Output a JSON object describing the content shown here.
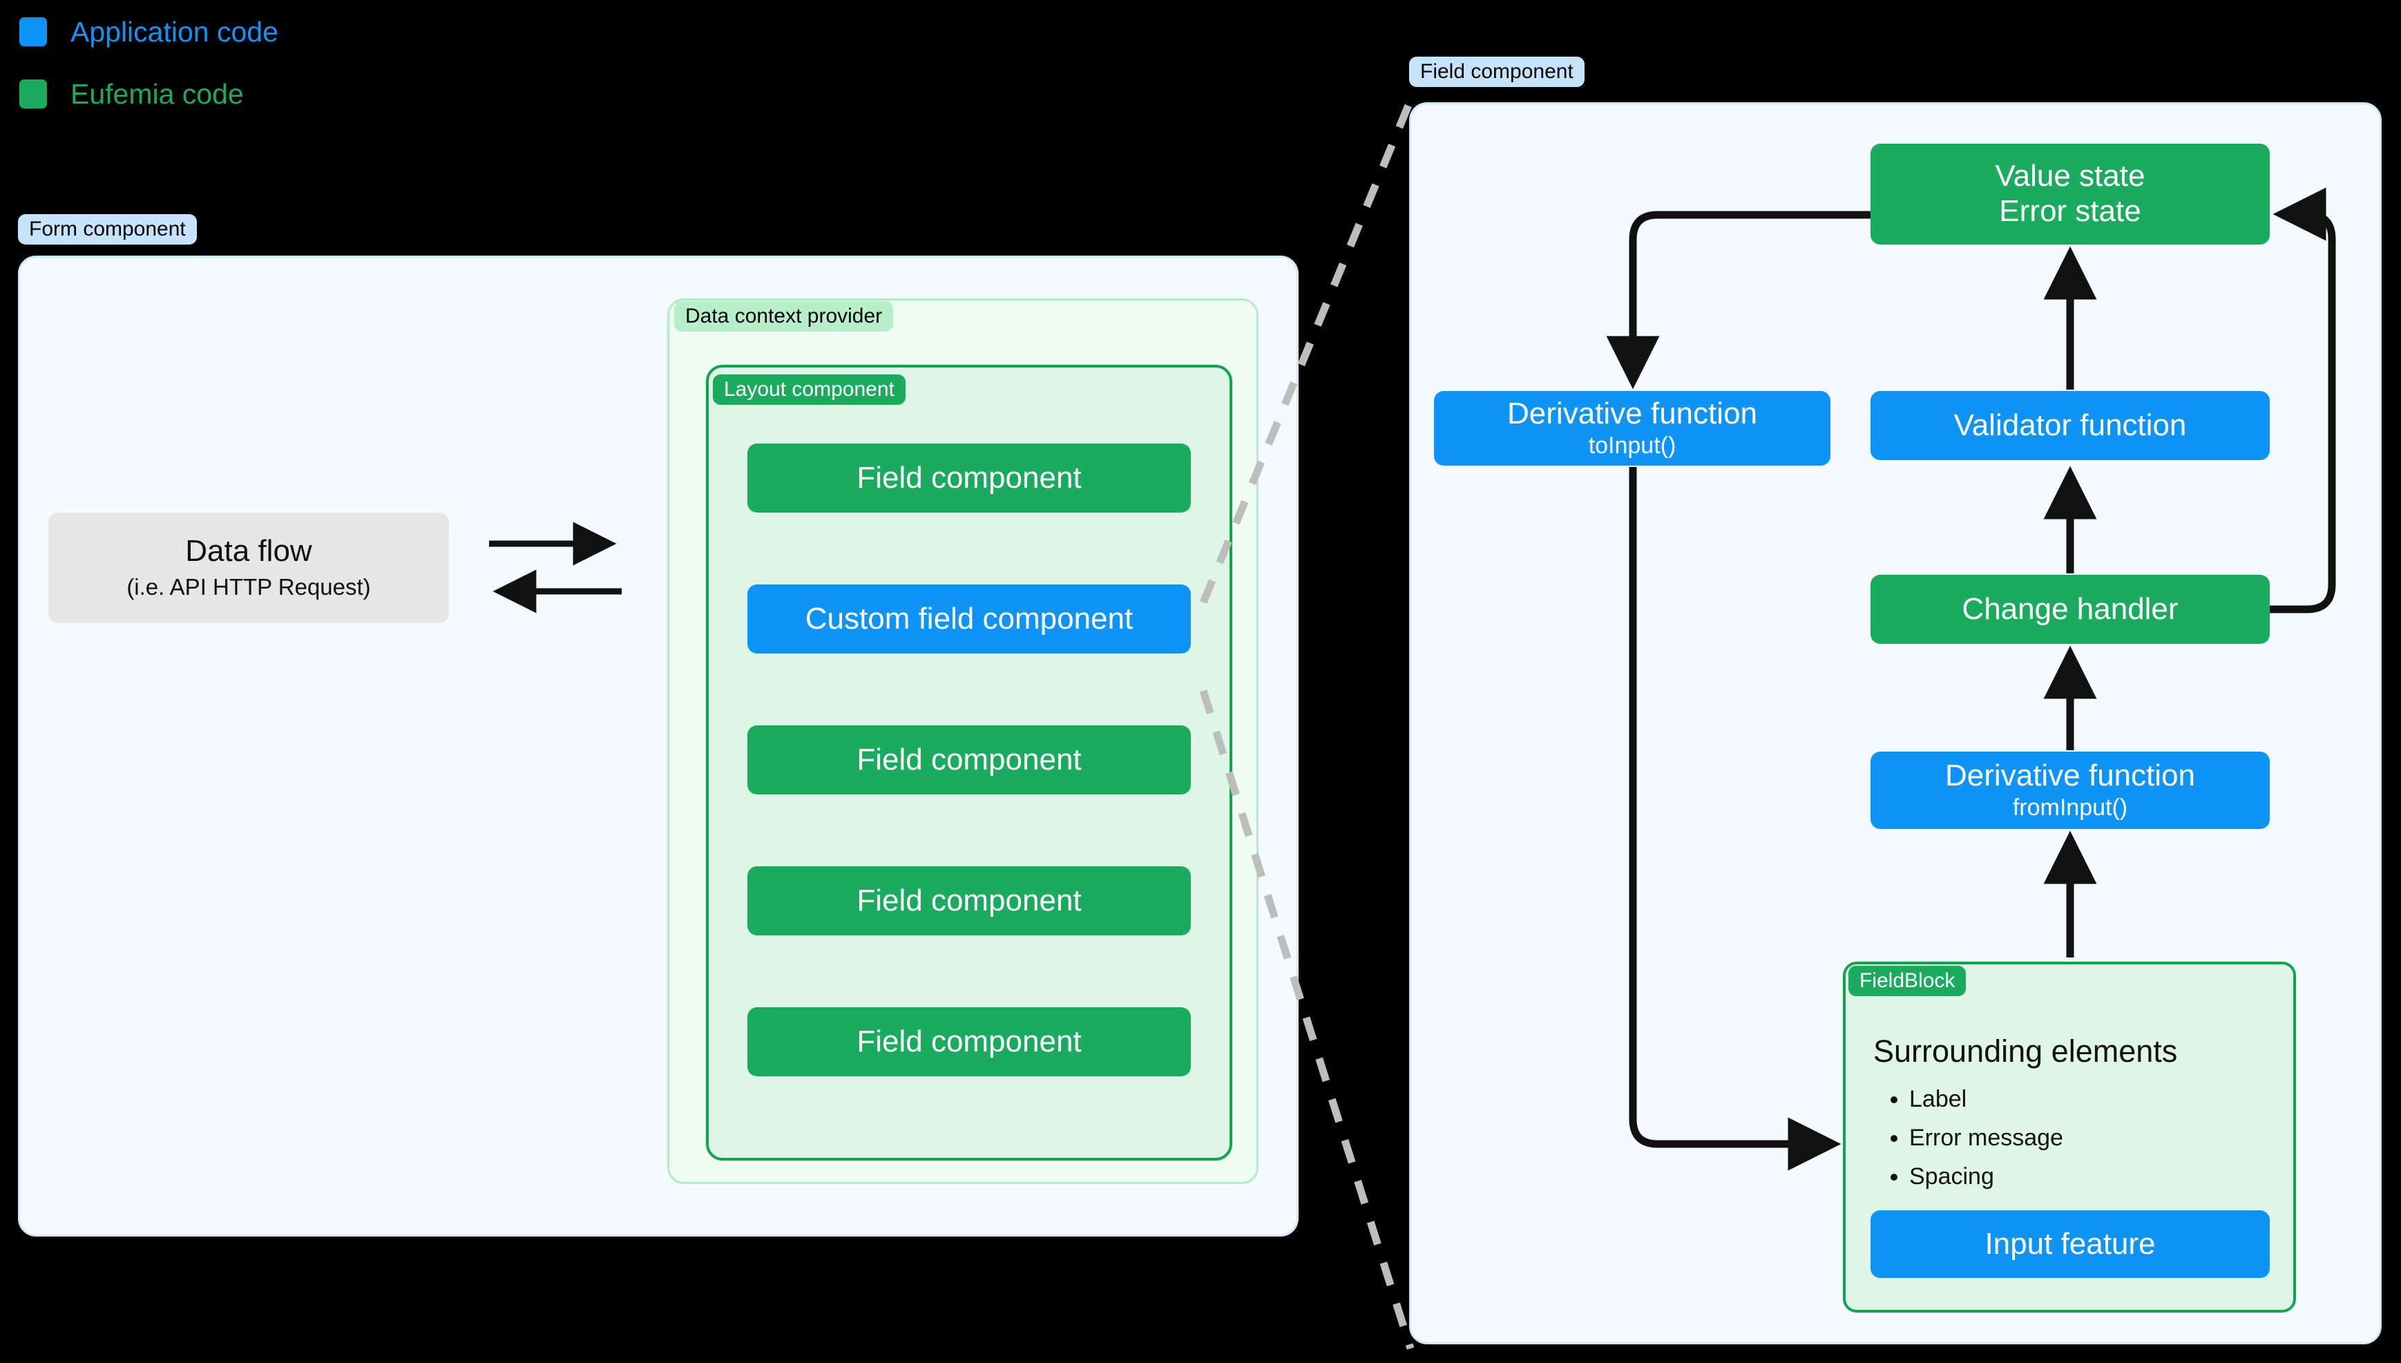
{
  "legend": {
    "items": [
      {
        "label": "Application code",
        "color": "#0d94f5",
        "swatch_name": "blue-swatch"
      },
      {
        "label": "Eufemia code",
        "color": "#1aab5e",
        "swatch_name": "green-swatch"
      }
    ]
  },
  "left": {
    "panel_badge": "Form component",
    "data_flow": {
      "title": "Data flow",
      "subtitle": "(i.e. API HTTP Request)"
    },
    "context_badge": "Data context provider",
    "layout_badge": "Layout component",
    "fields": [
      {
        "label": "Field component",
        "kind": "eufemia"
      },
      {
        "label": "Custom field component",
        "kind": "application"
      },
      {
        "label": "Field component",
        "kind": "eufemia"
      },
      {
        "label": "Field component",
        "kind": "eufemia"
      },
      {
        "label": "Field component",
        "kind": "eufemia"
      }
    ]
  },
  "right": {
    "panel_badge": "Field component",
    "value_state": {
      "line1": "Value state",
      "line2": "Error state"
    },
    "to_input": {
      "line1": "Derivative function",
      "line2": "toInput()"
    },
    "validator": {
      "line1": "Validator function"
    },
    "change_handler": {
      "line1": "Change handler"
    },
    "from_input": {
      "line1": "Derivative function",
      "line2": "fromInput()"
    },
    "field_block": {
      "badge": "FieldBlock",
      "title": "Surrounding elements",
      "items": [
        "Label",
        "Error message",
        "Spacing"
      ],
      "input_feature": "Input feature"
    }
  },
  "colors": {
    "application": "#0d94f5",
    "eufemia": "#1aab5e",
    "panel_bg": "#f4faff",
    "panel_border": "#cfe6fb",
    "context_bg": "#effcf2",
    "context_border": "#b5ebc4",
    "layout_bg": "#dff5e6",
    "layout_border": "#11a34f",
    "data_flow_bg": "#e6e6e6",
    "badge_blue": "#c5e3fb",
    "badge_green_light": "#b6efc9",
    "arrow": "#111111",
    "dashed": "#bdbdbd",
    "background": "#000000"
  }
}
